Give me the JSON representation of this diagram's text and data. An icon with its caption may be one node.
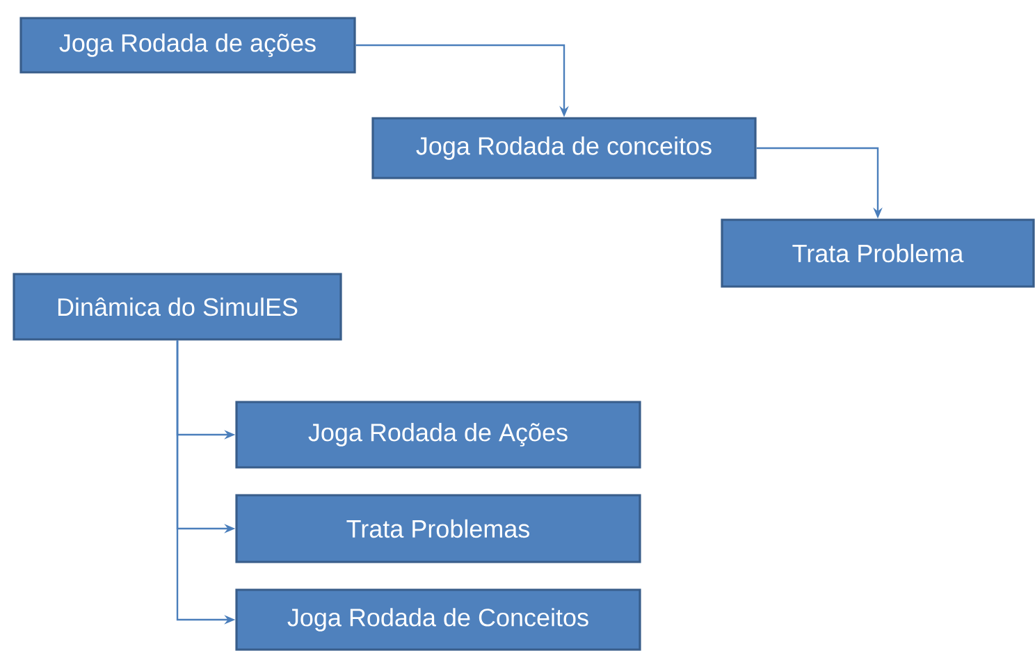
{
  "diagram": {
    "nodes": [
      {
        "text": [
          "Joga Rodada de ações"
        ]
      },
      {
        "text": [
          "Joga Rodada de conceitos"
        ]
      },
      {
        "text": [
          "Trata Problema"
        ]
      },
      {
        "text": [
          "Dinâmica do SimulES"
        ]
      },
      {
        "text": [
          "Joga Rodada de Ações"
        ]
      },
      {
        "text": [
          "Trata Problemas"
        ]
      },
      {
        "text": [
          "Joga Rodada de Conceitos"
        ]
      }
    ],
    "edges": [
      {
        "from": 0,
        "to": 1,
        "arrow": "to"
      },
      {
        "from": 1,
        "to": 2,
        "arrow": "to"
      },
      {
        "from": 3,
        "to": 4,
        "arrow": "to"
      },
      {
        "from": 3,
        "to": 5,
        "arrow": "to"
      },
      {
        "from": 3,
        "to": 6,
        "arrow": "to"
      }
    ]
  }
}
